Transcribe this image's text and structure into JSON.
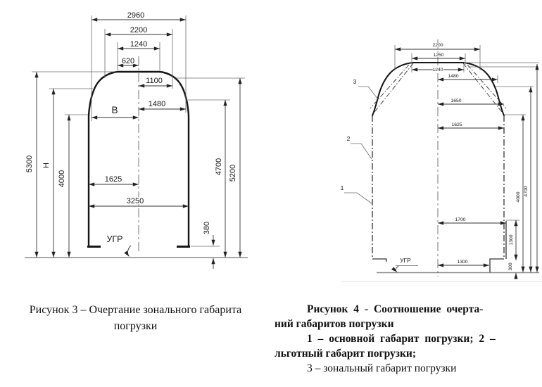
{
  "fig3": {
    "caption1": "Рисунок 3 – Очертание зонального габарита",
    "caption2": "погрузки",
    "ugr": "УГР",
    "d2960": "2960",
    "d2200": "2200",
    "d1240": "1240",
    "d620": "620",
    "d1100": "1100",
    "d1480": "1480",
    "dB": "В",
    "d1625": "1625",
    "d3250": "3250",
    "d5300": "5300",
    "dH": "Н",
    "d4000": "4000",
    "d4700": "4700",
    "d5200": "5200",
    "d380": "380"
  },
  "fig4": {
    "caption_b1": "Рисунок 4 - Соотношение очерта-",
    "caption_b2": "ний габаритов погрузки",
    "caption_b3": "1 – основной габарит погрузки; 2 –",
    "caption_b4": "льготный габарит погрузки;",
    "caption_n5": "3 – зональный габарит погрузки",
    "ugr": "УГР",
    "c1": "1",
    "c2": "2",
    "c3": "3",
    "d2200": "2200",
    "d1250": "1250",
    "d1240": "1240",
    "d1480": "1480",
    "d1650": "1650",
    "d1625": "1625",
    "d1700": "1700",
    "d1300w": "1300",
    "d1300h": "1300",
    "d300": "300",
    "d4000": "4000",
    "d4700": "4700"
  }
}
